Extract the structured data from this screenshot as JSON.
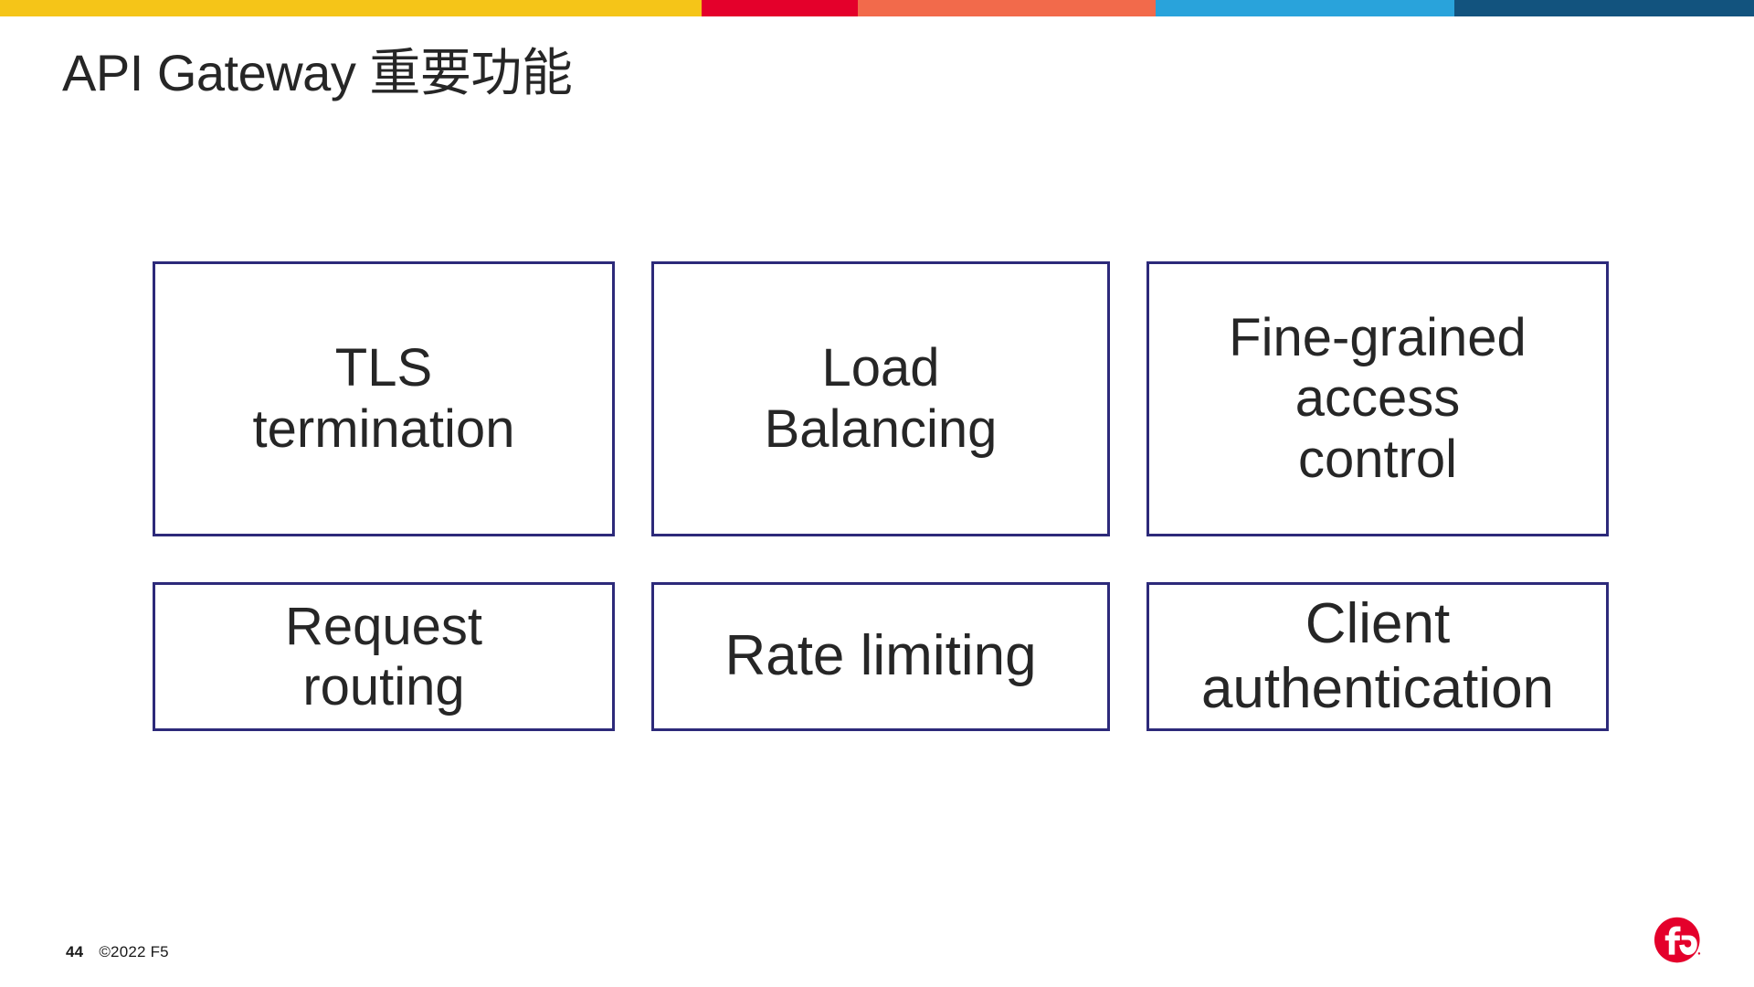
{
  "accent_bar": {
    "segments": [
      {
        "name": "yellow",
        "color": "#F5C518",
        "width_pct": 40.0
      },
      {
        "name": "red",
        "color": "#E4002B",
        "width_pct": 8.9
      },
      {
        "name": "orange",
        "color": "#F26A4B",
        "width_pct": 17.0
      },
      {
        "name": "light-blue",
        "color": "#29A3DB",
        "width_pct": 17.0
      },
      {
        "name": "dark-blue",
        "color": "#12537E",
        "width_pct": 17.1
      }
    ]
  },
  "slide": {
    "title": "API Gateway 重要功能",
    "box_border_color": "#2d2a7a",
    "text_color": "#262626"
  },
  "features": {
    "rows": [
      [
        {
          "id": "tls-termination",
          "lines": [
            "TLS",
            "termination"
          ],
          "size": "fs-lg"
        },
        {
          "id": "load-balancing",
          "lines": [
            "Load",
            "Balancing"
          ],
          "size": "fs-lg"
        },
        {
          "id": "fine-grained-access",
          "lines": [
            "Fine-grained",
            "access",
            "control"
          ],
          "size": "fs-lg"
        }
      ],
      [
        {
          "id": "request-routing",
          "lines": [
            "Request",
            "routing"
          ],
          "size": "fs-lg"
        },
        {
          "id": "rate-limiting",
          "lines": [
            "Rate limiting"
          ],
          "size": "fs-xl"
        },
        {
          "id": "client-authentication",
          "lines": [
            "Client",
            "authentication"
          ],
          "size": "fs-xl"
        }
      ]
    ]
  },
  "footer": {
    "page_number": "44",
    "copyright": "©2022 F5",
    "logo_label": "f5",
    "logo_color": "#E4002B"
  }
}
